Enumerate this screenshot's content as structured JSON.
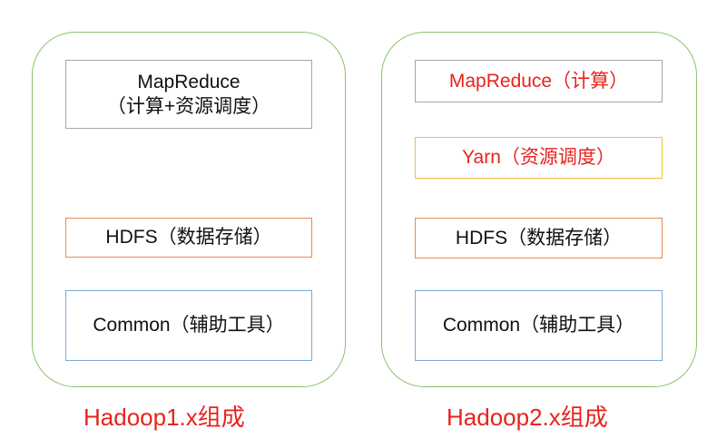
{
  "left": {
    "mapreduce_line1": "MapReduce",
    "mapreduce_line2": "（计算+资源调度）",
    "hdfs": "HDFS（数据存储）",
    "common": "Common（辅助工具）",
    "caption": "Hadoop1.x组成"
  },
  "right": {
    "mapreduce": "MapReduce（计算）",
    "yarn": "Yarn（资源调度）",
    "hdfs": "HDFS（数据存储）",
    "common": "Common（辅助工具）",
    "caption": "Hadoop2.x组成"
  },
  "colors": {
    "group_border": "#8cc26a",
    "gray_border": "#a6a6a6",
    "orange_border": "#e98a4f",
    "blue_border": "#7aa9d6",
    "yellow_border": "#f1c232",
    "highlight_text": "#e8231c"
  }
}
